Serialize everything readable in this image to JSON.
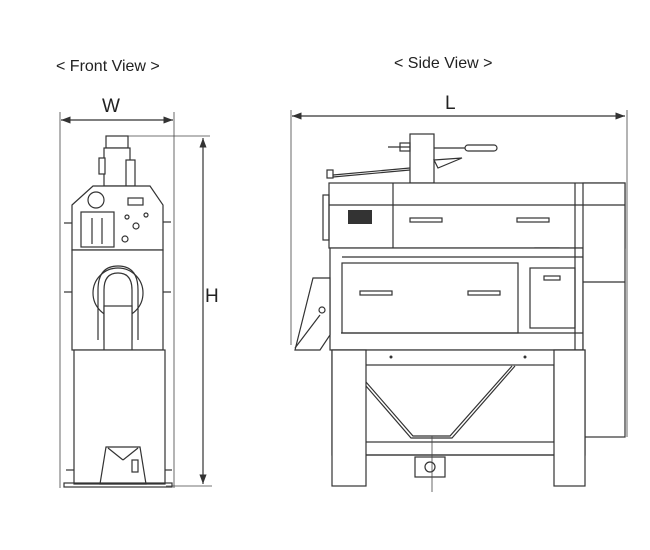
{
  "front_view": {
    "title": "< Front View >",
    "width_label": "W",
    "height_label": "H"
  },
  "side_view": {
    "title": "< Side View >",
    "length_label": "L"
  },
  "colors": {
    "line": "#333333",
    "panel_dark": "#333333"
  }
}
